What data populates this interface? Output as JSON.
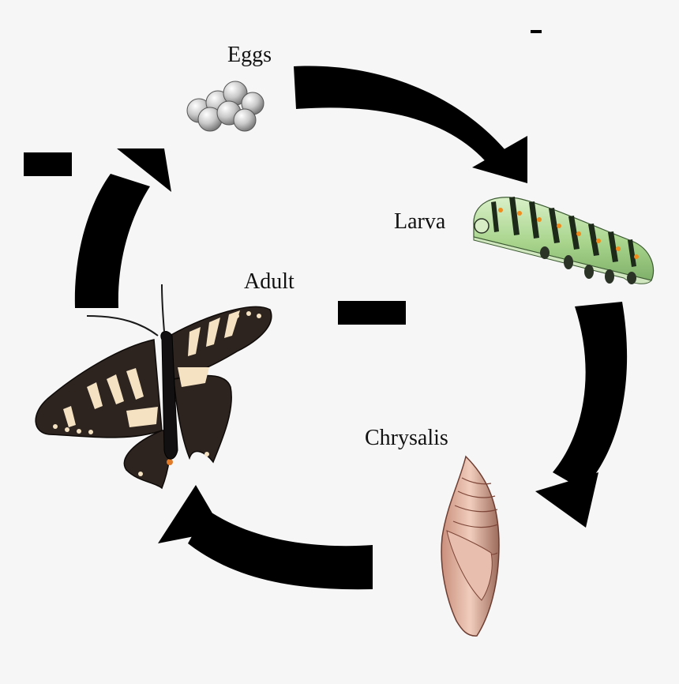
{
  "diagram": {
    "stages": [
      {
        "id": "eggs",
        "label": "Eggs"
      },
      {
        "id": "larva",
        "label": "Larva"
      },
      {
        "id": "chrysalis",
        "label": "Chrysalis"
      },
      {
        "id": "adult",
        "label": "Adult"
      }
    ],
    "cycle_direction": "clockwise",
    "arrow_color": "#000000",
    "background_color": "#f6f6f6"
  }
}
